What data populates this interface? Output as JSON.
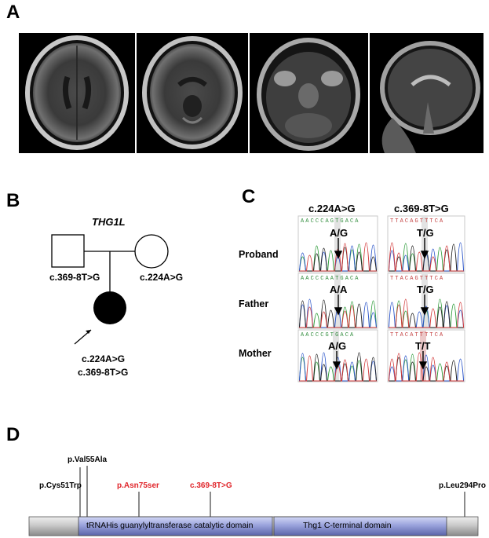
{
  "panels": {
    "a": "A",
    "b": "B",
    "c": "C",
    "d": "D"
  },
  "pedigree": {
    "gene": "THG1L",
    "father_variant": "c.369-8T>G",
    "mother_variant": "c.224A>G",
    "proband_variant_1": "c.224A>G",
    "proband_variant_2": "c.369-8T>G"
  },
  "sanger": {
    "col1_header": "c.224A>G",
    "col2_header": "c.369-8T>G",
    "rows": [
      {
        "label": "Proband",
        "geno1": "A/G",
        "geno2": "T/G"
      },
      {
        "label": "Father",
        "geno1": "A/A",
        "geno2": "T/G"
      },
      {
        "label": "Mother",
        "geno1": "A/G",
        "geno2": "T/T"
      }
    ],
    "seq1_variants": [
      "AACCCAGTGACA",
      "AACCCAATGACA",
      "AACCCGTGACA"
    ],
    "seq2_variants": [
      "TTACAGTTTCA",
      "TTACAGTTTCA",
      "TTACATTTTCA"
    ]
  },
  "protein": {
    "domain1": "tRNAHis guanylyltransferase catalytic domain",
    "domain2": "Thg1 C-terminal domain",
    "variants": [
      {
        "label": "p.Cys51Trp",
        "color": "#000000"
      },
      {
        "label": "p.Val55Ala",
        "color": "#000000"
      },
      {
        "label": "p.Asn75ser",
        "color": "#e0262b"
      },
      {
        "label": "c.369-8T>G",
        "color": "#e0262b"
      },
      {
        "label": "p.Leu294Pro",
        "color": "#000000"
      }
    ]
  },
  "colors": {
    "red_variant": "#e0262b",
    "domain_fill": "#9aa3dc",
    "bar_fill": "#c8c8c8"
  }
}
